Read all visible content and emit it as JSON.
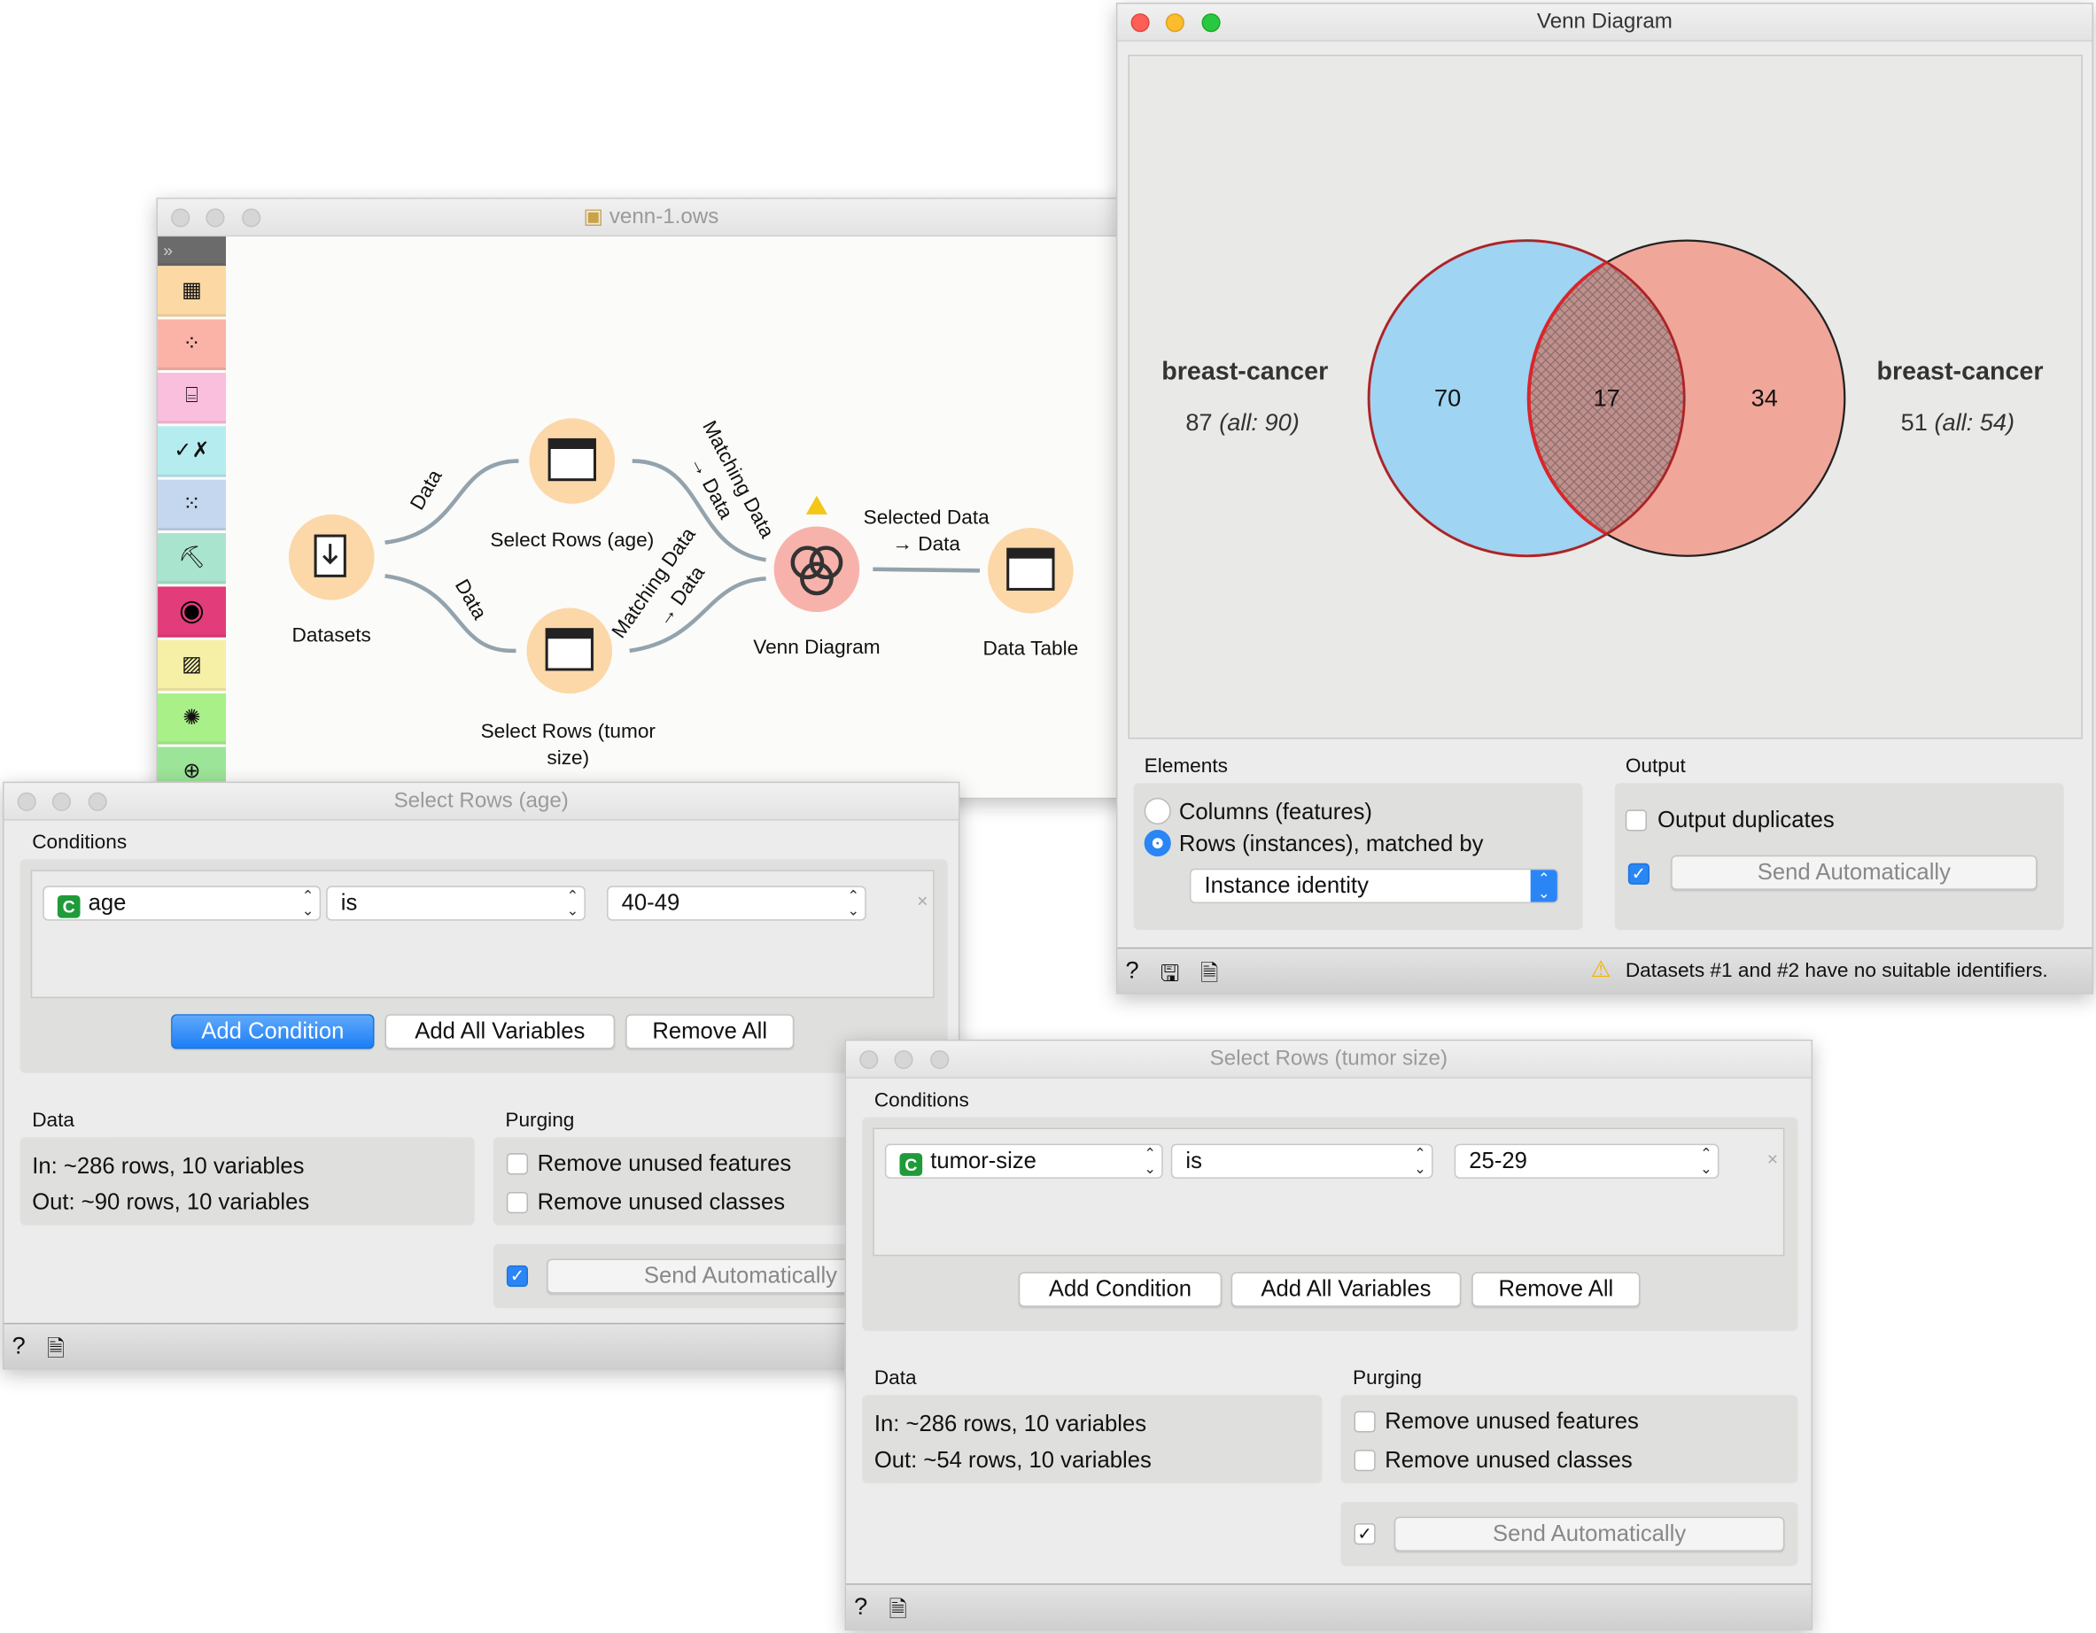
{
  "canvas": {
    "title": "venn-1.ows",
    "nodes": {
      "datasets": "Datasets",
      "select_age": "Select Rows (age)",
      "select_tumor_1": "Select Rows (tumor",
      "select_tumor_2": "size)",
      "venn": "Venn Diagram",
      "table": "Data Table"
    },
    "links": {
      "data1": "Data",
      "data2": "Data",
      "match1": "Matching Data",
      "match1b": "→ Data",
      "match2": "Matching Data",
      "match2b": "→ Data",
      "sel1": "Selected Data",
      "sel2": "→ Data"
    },
    "sidebar": [
      "data-icon",
      "visualize-icon",
      "model-icon",
      "evaluate-icon",
      "unsupervised-icon",
      "prototypes-icon",
      "image-analytics-icon",
      "image-icon",
      "network-icon",
      "geo-icon"
    ]
  },
  "venn": {
    "title": "Venn Diagram",
    "left": {
      "name": "breast-cancer",
      "count": "87",
      "all": "(all: 90)"
    },
    "right": {
      "name": "breast-cancer",
      "count": "51",
      "all": "(all: 54)"
    },
    "regions": {
      "left_only": "70",
      "both": "17",
      "right_only": "34"
    },
    "colors": {
      "left": "#9fd4f3",
      "right": "#f0a79a",
      "intersection": "#c0908c"
    },
    "elements": {
      "label": "Elements",
      "columns": "Columns (features)",
      "rows": "Rows (instances), matched by",
      "match_value": "Instance identity"
    },
    "output": {
      "label": "Output",
      "duplicates": "Output duplicates",
      "send": "Send Automatically"
    },
    "status": "Datasets #1 and #2 have no suitable identifiers."
  },
  "age": {
    "title": "Select Rows (age)",
    "conditions_label": "Conditions",
    "var": "age",
    "op": "is",
    "value": "40-49",
    "add_condition": "Add Condition",
    "add_all": "Add All Variables",
    "remove_all": "Remove All",
    "data_label": "Data",
    "in": "In: ~286 rows, 10 variables",
    "out": "Out: ~90 rows, 10 variables",
    "purging_label": "Purging",
    "remove_features": "Remove unused features",
    "remove_classes": "Remove unused classes",
    "send": "Send Automatically"
  },
  "tumor": {
    "title": "Select Rows (tumor size)",
    "conditions_label": "Conditions",
    "var": "tumor-size",
    "op": "is",
    "value": "25-29",
    "add_condition": "Add Condition",
    "add_all": "Add All Variables",
    "remove_all": "Remove All",
    "data_label": "Data",
    "in": "In: ~286 rows, 10 variables",
    "out": "Out: ~54 rows, 10 variables",
    "purging_label": "Purging",
    "remove_features": "Remove unused features",
    "remove_classes": "Remove unused classes",
    "send": "Send Automatically"
  }
}
